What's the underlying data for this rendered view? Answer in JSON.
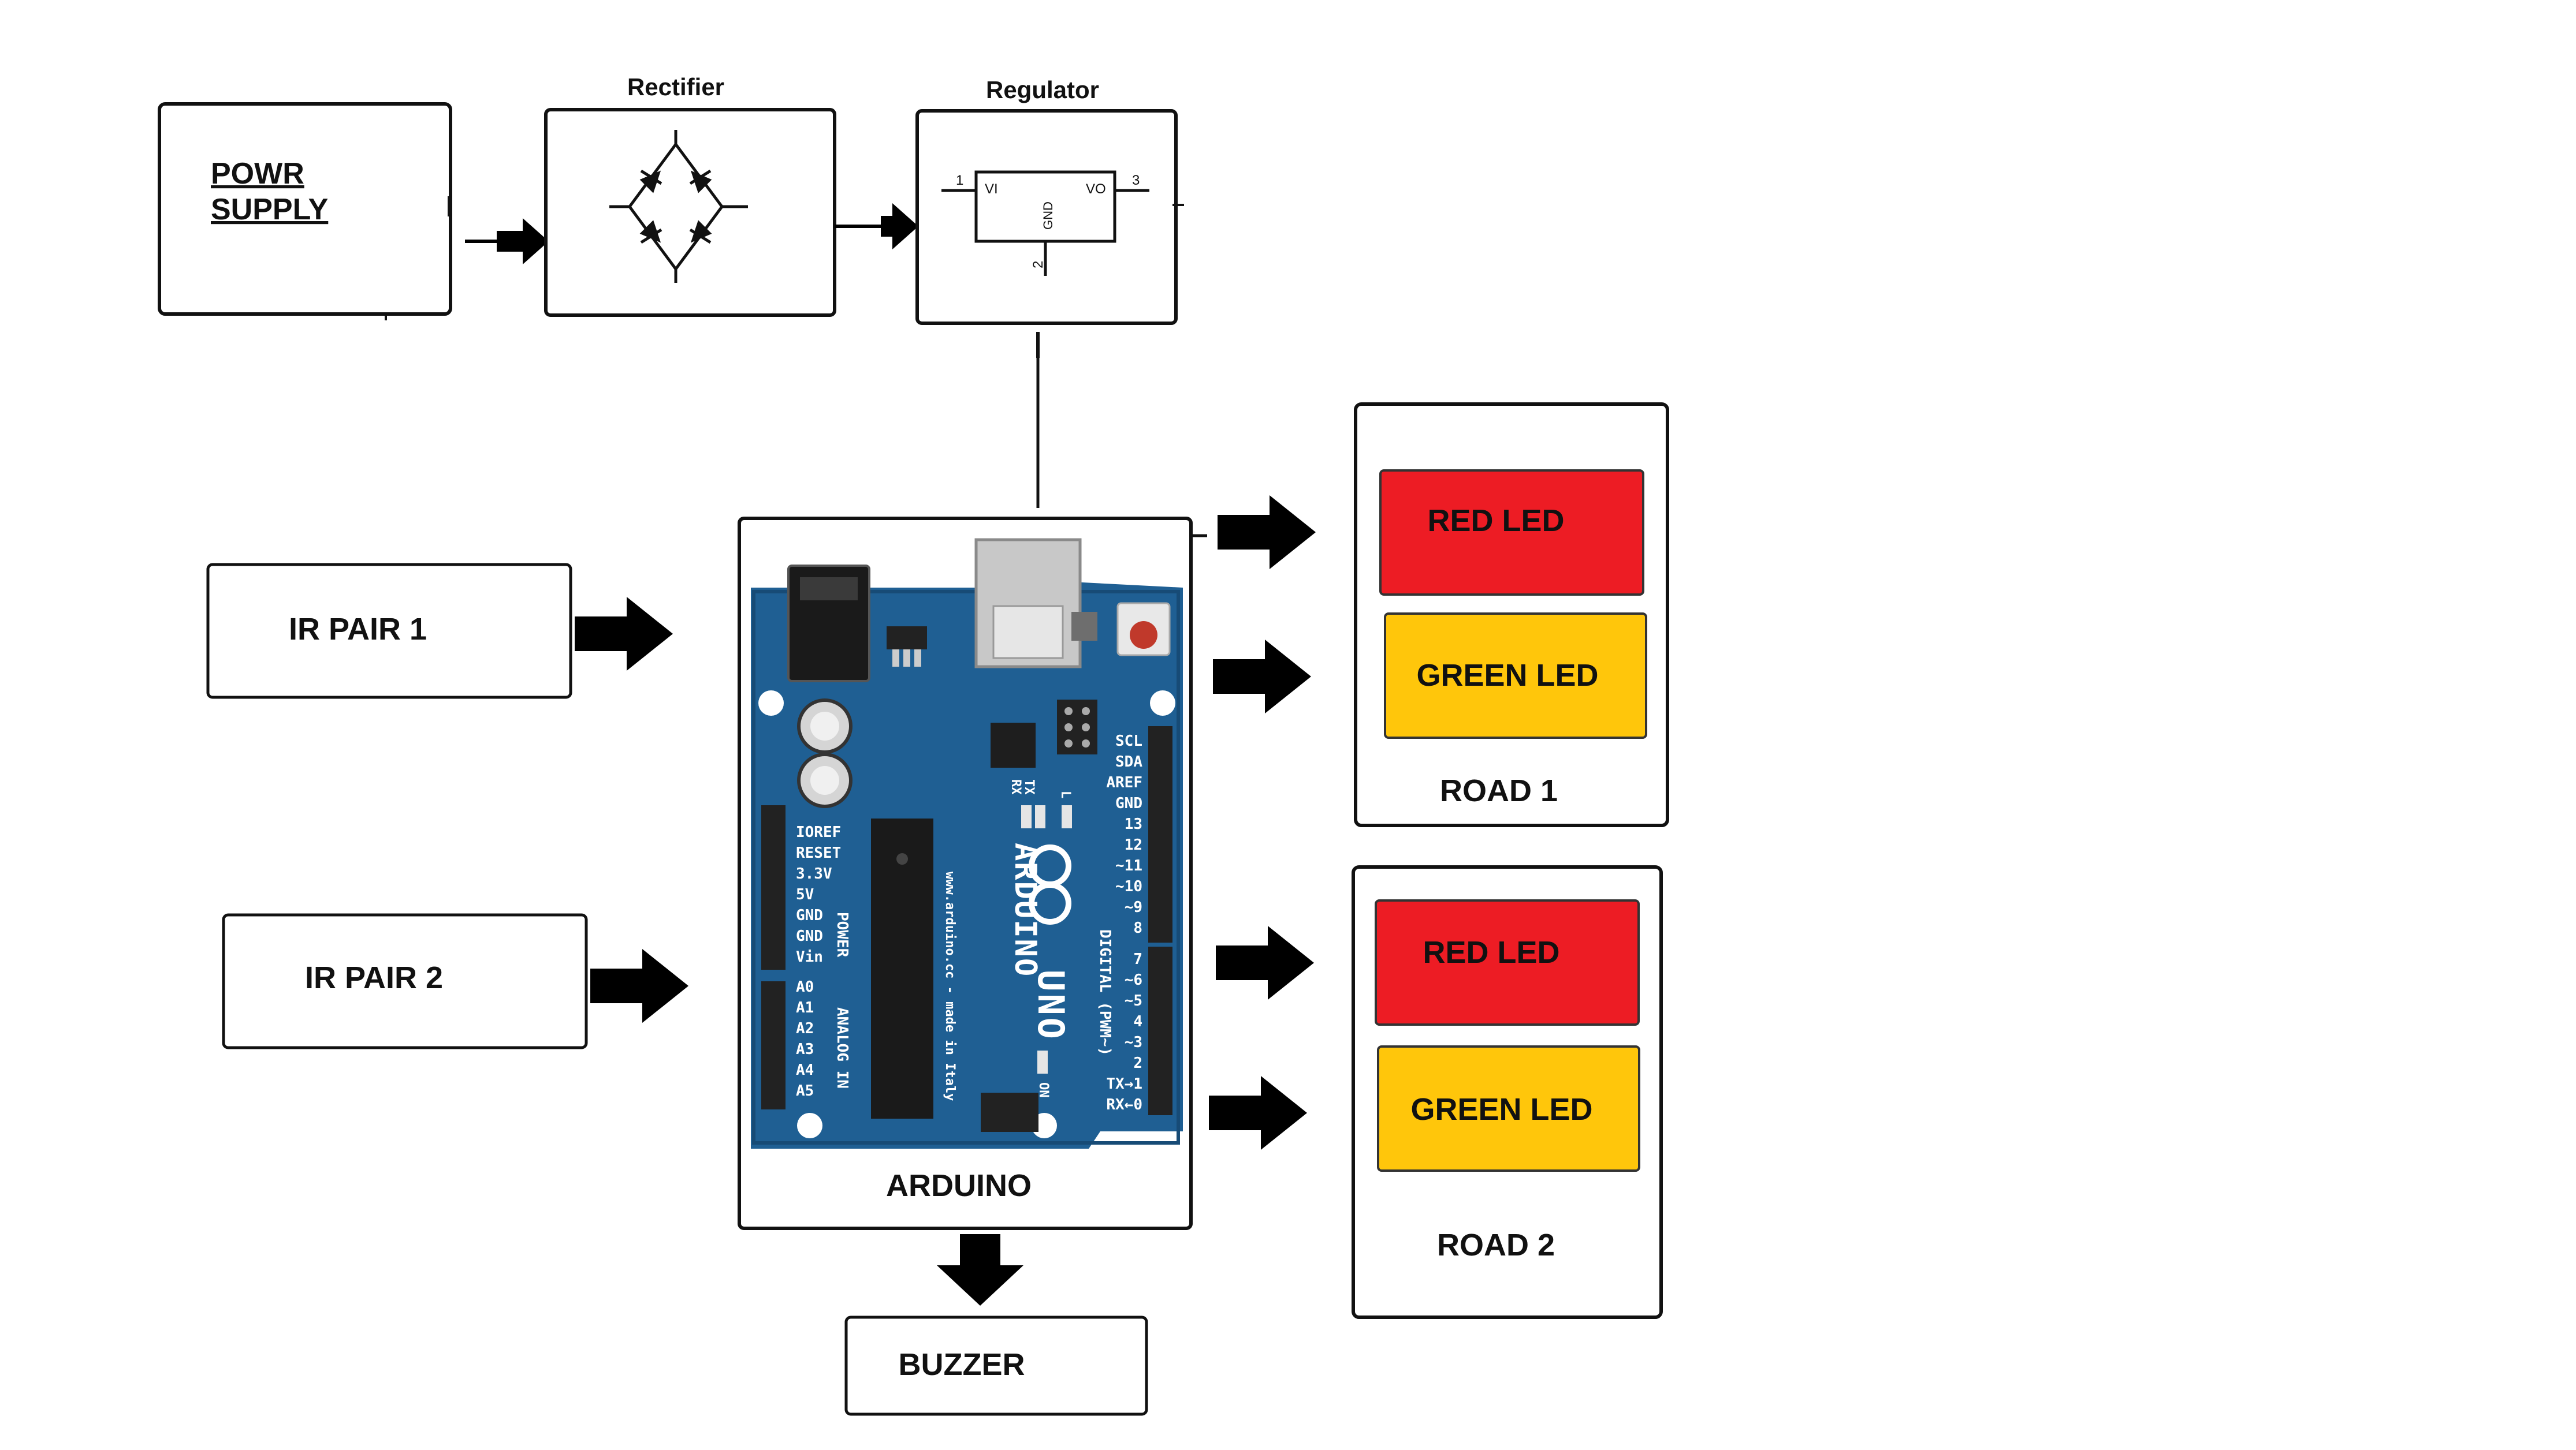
{
  "power_supply": {
    "line1": "POWR",
    "line2": "SUPPLY"
  },
  "rectifier": {
    "title": "Rectifier"
  },
  "regulator": {
    "title": "Regulator",
    "pin1": "1",
    "pin2": "2",
    "pin3": "3",
    "vi": "VI",
    "vo": "VO",
    "gnd": "GND"
  },
  "ir_pair_1": {
    "label": "IR PAIR 1"
  },
  "ir_pair_2": {
    "label": "IR PAIR 2"
  },
  "arduino": {
    "label": "ARDUINO",
    "board_name": "ARDUINO",
    "model": "UNO",
    "website": "www.arduino.cc - made in Italy",
    "digital_title": "DIGITAL (PWM~)",
    "power_title": "POWER",
    "analog_title": "ANALOG IN",
    "tx": "TX",
    "rx": "RX",
    "l": "L",
    "on": "ON",
    "power_pins": [
      "IOREF",
      "RESET",
      "3.3V",
      "5V",
      "GND",
      "GND",
      "Vin"
    ],
    "analog_pins": [
      "A0",
      "A1",
      "A2",
      "A3",
      "A4",
      "A5"
    ],
    "digital_pins_top": [
      "SCL",
      "SDA",
      "AREF",
      "GND",
      "13",
      "12",
      "~11",
      "~10",
      "~9",
      "8"
    ],
    "digital_pins_bottom": [
      "7",
      "~6",
      "~5",
      "4",
      "~3",
      "2",
      "TX→1",
      "RX←0"
    ]
  },
  "buzzer": {
    "label": "BUZZER"
  },
  "road_1": {
    "label": "ROAD 1",
    "red": "RED LED",
    "green": "GREEN LED"
  },
  "road_2": {
    "label": "ROAD 2",
    "red": "RED LED",
    "green": "GREEN LED"
  },
  "colors": {
    "red_led": "#ED1C24",
    "green_led": "#FFC60B",
    "board": "#1F5F93",
    "board_dark": "#174B76",
    "arrow": "#000000"
  }
}
